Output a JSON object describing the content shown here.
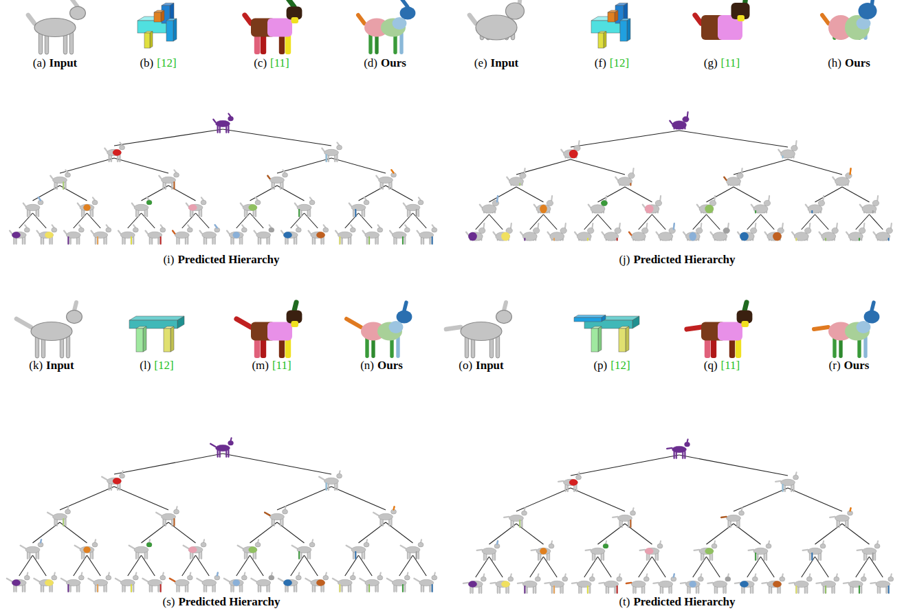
{
  "diagram": {
    "labels": [
      "(a)",
      "Input",
      "(b)",
      "[12]",
      "(c)",
      "[11]",
      "(d)",
      "Ours",
      "(e)",
      "Input",
      "(f)",
      "[12]",
      "(g)",
      "[11]",
      "(h)",
      "Ours",
      "(i)",
      "Predicted Hierarchy",
      "(j)",
      "Predicted Hierarchy",
      "(k)",
      "Input",
      "(l)",
      "[12]",
      "(m)",
      "[11]",
      "(n)",
      "Ours",
      "(o)",
      "Input",
      "(p)",
      "[12]",
      "(q)",
      "[11]",
      "(r)",
      "Ours",
      "(s)",
      "Predicted Hierarchy",
      "(t)",
      "Predicted Hierarchy"
    ]
  }
}
